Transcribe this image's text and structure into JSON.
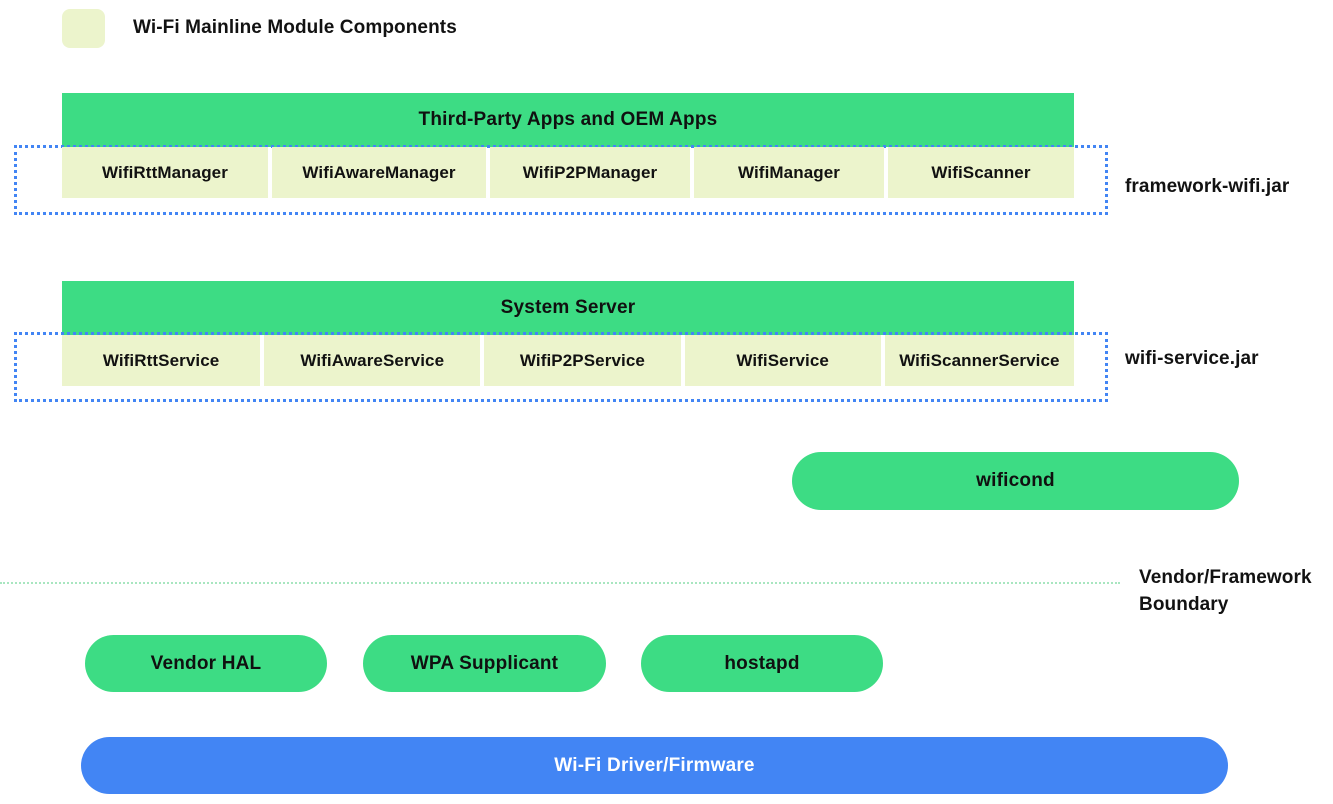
{
  "legend": {
    "swatch_color": "#ecf4cc",
    "label": "Wi-Fi Mainline Module Components"
  },
  "colors": {
    "green": "#3ddc84",
    "pale_green_yellow": "#ecf4cc",
    "blue": "#4285f4",
    "dotted_boundary_blue": "#4285f4",
    "boundary_line_green": "#a8e6c0",
    "text_dark": "#111111",
    "text_light": "#ffffff"
  },
  "layers": {
    "apps": {
      "header": "Third-Party Apps and OEM Apps",
      "jar_label": "framework-wifi.jar",
      "components": [
        "WifiRttManager",
        "WifiAwareManager",
        "WifiP2PManager",
        "WifiManager",
        "WifiScanner"
      ]
    },
    "system_server": {
      "header": "System Server",
      "jar_label": "wifi-service.jar",
      "components": [
        "WifiRttService",
        "WifiAwareService",
        "WifiP2PService",
        "WifiService",
        "WifiScannerService"
      ]
    },
    "native": {
      "wificond": "wificond"
    },
    "boundary": {
      "label_line1": "Vendor/Framework",
      "label_line2": "Boundary"
    },
    "vendor": {
      "items": [
        "Vendor HAL",
        "WPA Supplicant",
        "hostapd"
      ]
    },
    "driver": {
      "label": "Wi-Fi Driver/Firmware"
    }
  }
}
